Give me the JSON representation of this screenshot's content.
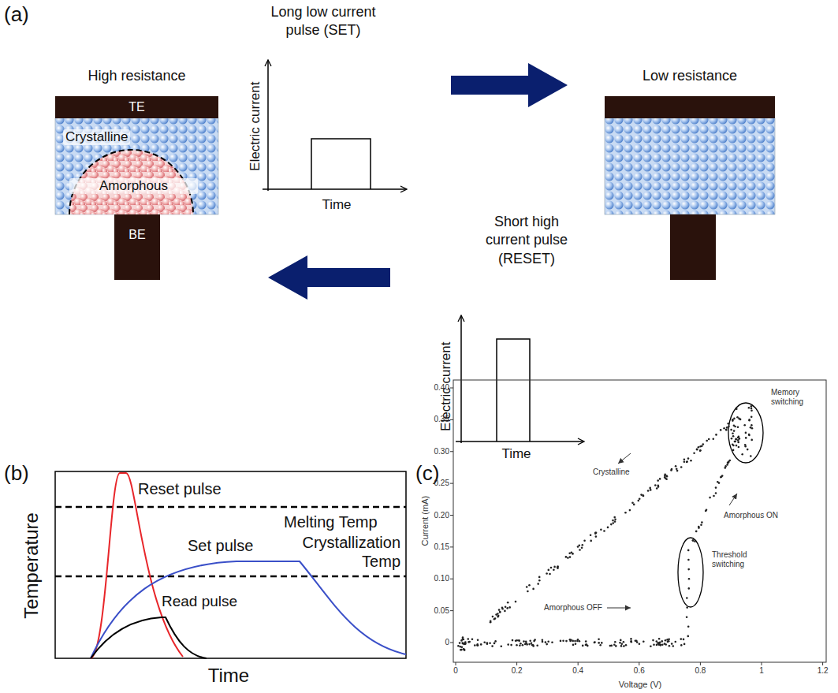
{
  "diagram": {
    "nodes": [
      {
        "text": [
          "High resistance",
          "Crystalline"
        ]
      },
      {
        "text": [
          "TE"
        ],
        "in": 0
      },
      {
        "text": [
          "Amorphous"
        ],
        "in": 0
      },
      {
        "text": [
          "BE"
        ],
        "in": 0
      },
      {
        "text": [
          "Low resistance"
        ]
      }
    ],
    "edges": [
      {
        "from": 0,
        "to": 4,
        "arrow": "to"
      },
      {
        "from": 4,
        "to": 0,
        "arrow": "to"
      }
    ],
    "labels": [
      "(a)",
      "Long low current pulse (SET)",
      "Electric current",
      "Time",
      "Short high current pulse (RESET)",
      "Electric current",
      "Time",
      "(b)",
      "Temperature",
      "Time",
      "Reset pulse",
      "Melting Temp",
      "Set pulse",
      "Crystallization Temp",
      "Read pulse",
      "(c)",
      "0.40",
      "0.35",
      "0.30",
      "0.25",
      "0.20",
      "0.15",
      "0.10",
      "0.05",
      "0",
      "0",
      "0.2",
      "0.4",
      "0.6",
      "0.8",
      "1",
      "1.2",
      "Current (mA)",
      "Voltage (V)",
      "Memory switching",
      "Crystalline",
      "Amorphous ON",
      "Threshold switching",
      "Amorphous OFF"
    ]
  }
}
